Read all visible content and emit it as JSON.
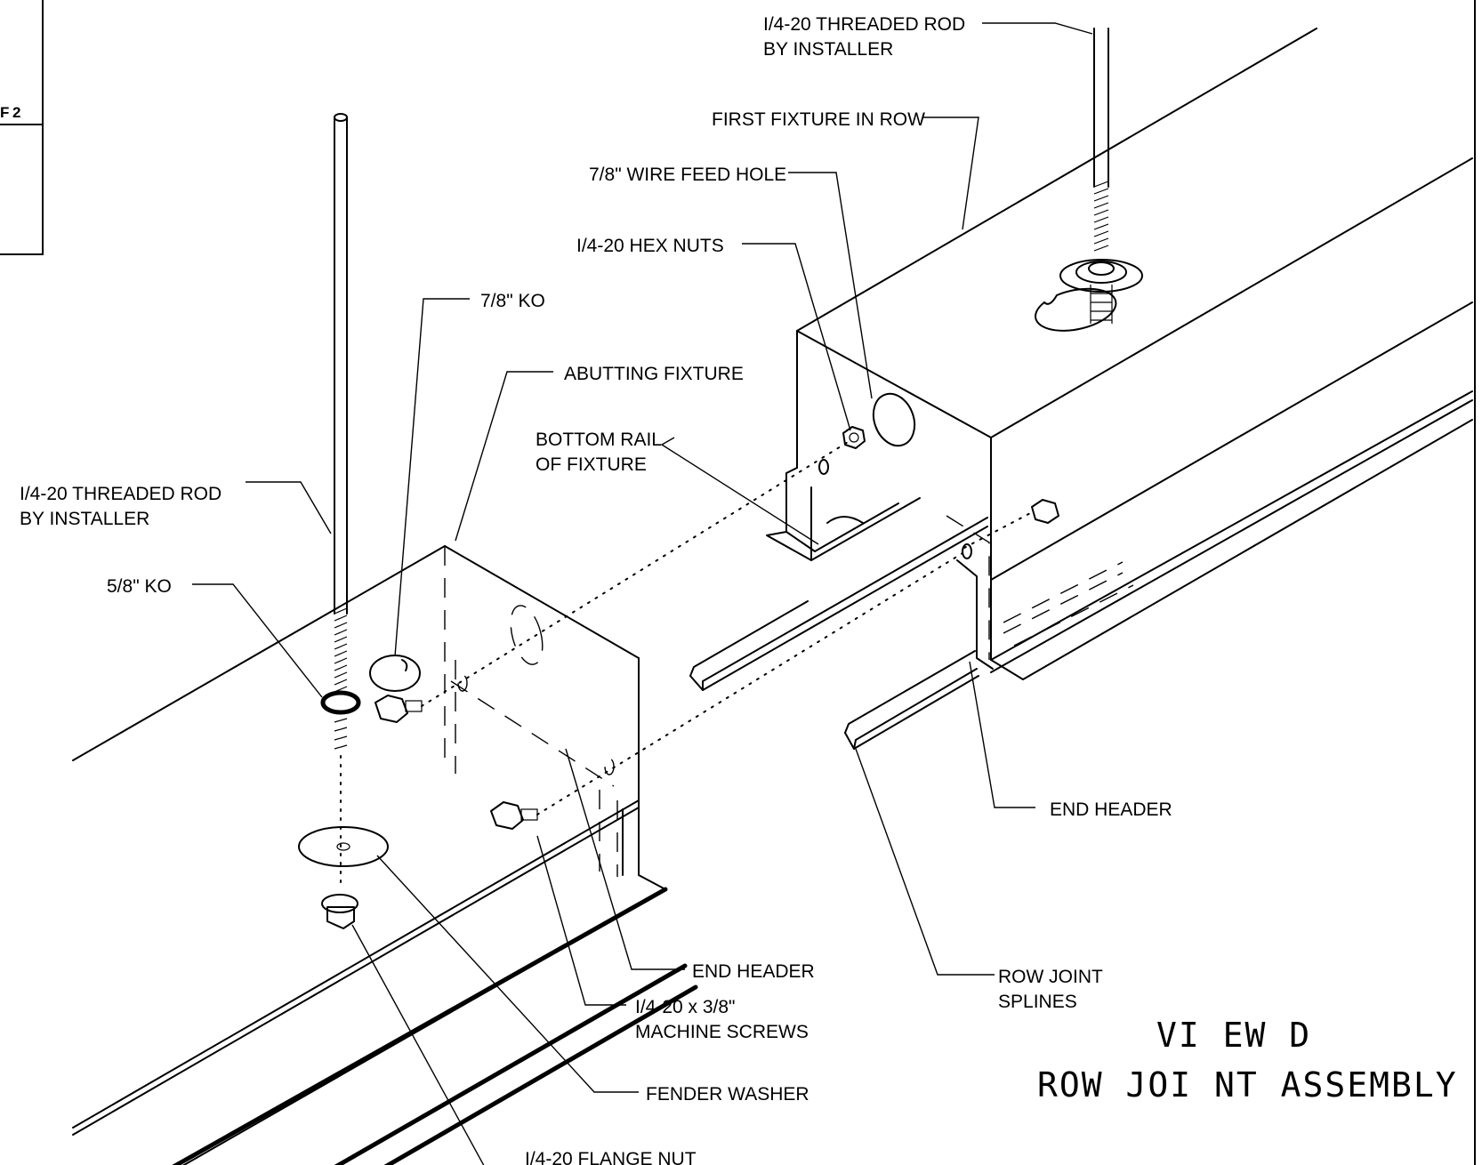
{
  "title_block": {
    "sheet_of": "F",
    "sheet_total": "2"
  },
  "callouts": {
    "rod_top_right": [
      "I/4-20 THREADED ROD",
      "BY INSTALLER"
    ],
    "first_fixture": "FIRST FIXTURE IN ROW",
    "wire_feed_hole": "7/8\" WIRE FEED HOLE",
    "hex_nuts": "I/4-20 HEX NUTS",
    "ko_78": "7/8\" KO",
    "abutting_fixture": "ABUTTING FIXTURE",
    "bottom_rail": [
      "BOTTOM RAIL",
      "OF FIXTURE"
    ],
    "rod_left": [
      "I/4-20 THREADED ROD",
      "BY INSTALLER"
    ],
    "ko_58": "5/8\" KO",
    "end_header_right": "END HEADER",
    "end_header_left": "END HEADER",
    "row_joint_splines": [
      "ROW JOINT",
      "SPLINES"
    ],
    "machine_screws": [
      "I/4-20 x 3/8\"",
      "MACHINE SCREWS"
    ],
    "fender_washer": "FENDER WASHER",
    "flange_nut": "I/4-20 FLANGE NUT"
  },
  "view_title": {
    "line1": "VI EW  D",
    "line2": "ROW JOI NT  ASSEMBLY"
  }
}
